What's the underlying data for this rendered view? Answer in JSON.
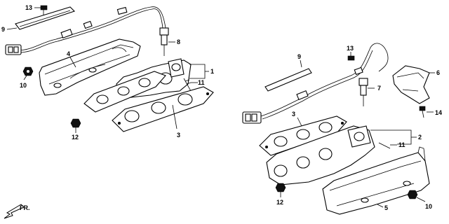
{
  "callouts": [
    {
      "id": "l13a",
      "text": "13"
    },
    {
      "id": "l9a",
      "text": "9"
    },
    {
      "id": "l4",
      "text": "4"
    },
    {
      "id": "l10a",
      "text": "10"
    },
    {
      "id": "l8",
      "text": "8"
    },
    {
      "id": "l1",
      "text": "1"
    },
    {
      "id": "l11a",
      "text": "11"
    },
    {
      "id": "l3a",
      "text": "3"
    },
    {
      "id": "l12a",
      "text": "12"
    },
    {
      "id": "l9b",
      "text": "9"
    },
    {
      "id": "l13b",
      "text": "13"
    },
    {
      "id": "l6",
      "text": "6"
    },
    {
      "id": "l7",
      "text": "7"
    },
    {
      "id": "l14",
      "text": "14"
    },
    {
      "id": "l3b",
      "text": "3"
    },
    {
      "id": "l2",
      "text": "2"
    },
    {
      "id": "l11b",
      "text": "11"
    },
    {
      "id": "l12b",
      "text": "12"
    },
    {
      "id": "l5",
      "text": "5"
    },
    {
      "id": "l10b",
      "text": "10"
    }
  ],
  "direction_label": "FR."
}
